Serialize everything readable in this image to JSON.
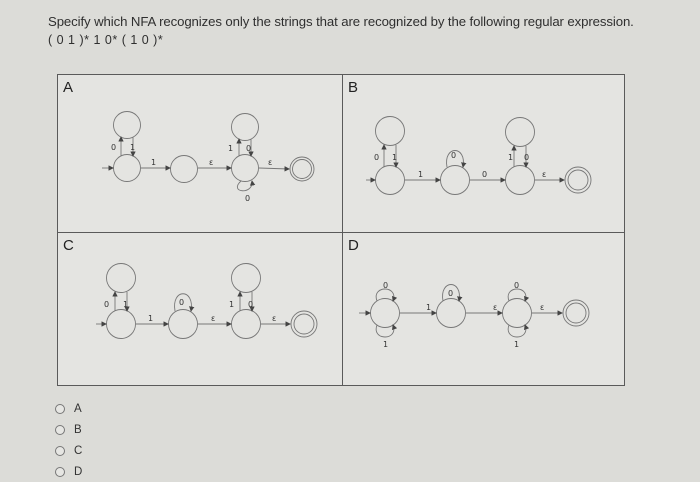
{
  "question": {
    "text": "Specify which NFA recognizes only the strings that are recognized by the following regular expression.",
    "regex": "( 0 1 )* 1 0* ( 1 0 )*"
  },
  "diagrams": [
    {
      "label": "A",
      "transitions": [
        {
          "from": "q0",
          "to": "q0a",
          "symbol": "0"
        },
        {
          "from": "q0a",
          "to": "q0",
          "symbol": "1"
        },
        {
          "from": "q0",
          "to": "q1",
          "symbol": "1"
        },
        {
          "from": "q1",
          "to": "q2",
          "symbol": "ε"
        },
        {
          "from": "q2",
          "to": "q2a",
          "symbol": "1"
        },
        {
          "from": "q2a",
          "to": "q2",
          "symbol": "0"
        },
        {
          "from": "q2",
          "to": "q2",
          "symbol": "0"
        },
        {
          "from": "q2",
          "to": "qf",
          "symbol": "ε"
        }
      ]
    },
    {
      "label": "B",
      "transitions": [
        {
          "from": "q0",
          "to": "q0a",
          "symbol": "0"
        },
        {
          "from": "q0a",
          "to": "q0",
          "symbol": "1"
        },
        {
          "from": "q0",
          "to": "q1",
          "symbol": "1"
        },
        {
          "from": "q1",
          "to": "q1",
          "symbol": "0"
        },
        {
          "from": "q1",
          "to": "q2",
          "symbol": "0"
        },
        {
          "from": "q2",
          "to": "q2a",
          "symbol": "1"
        },
        {
          "from": "q2a",
          "to": "q2",
          "symbol": "0"
        },
        {
          "from": "q2",
          "to": "qf",
          "symbol": "ε"
        }
      ]
    },
    {
      "label": "C",
      "transitions": [
        {
          "from": "q0",
          "to": "q0a",
          "symbol": "0"
        },
        {
          "from": "q0a",
          "to": "q0",
          "symbol": "1"
        },
        {
          "from": "q0",
          "to": "q1",
          "symbol": "1"
        },
        {
          "from": "q1",
          "to": "q1",
          "symbol": "0"
        },
        {
          "from": "q1",
          "to": "q2",
          "symbol": "ε"
        },
        {
          "from": "q2",
          "to": "q2a",
          "symbol": "1"
        },
        {
          "from": "q2a",
          "to": "q2",
          "symbol": "0"
        },
        {
          "from": "q2",
          "to": "qf",
          "symbol": "ε"
        }
      ]
    },
    {
      "label": "D",
      "transitions": [
        {
          "from": "q0",
          "to": "q0",
          "symbol": "0"
        },
        {
          "from": "q0",
          "to": "q0",
          "symbol": "1"
        },
        {
          "from": "q0",
          "to": "q1",
          "symbol": "1"
        },
        {
          "from": "q1",
          "to": "q1",
          "symbol": "0"
        },
        {
          "from": "q1",
          "to": "q2",
          "symbol": "ε"
        },
        {
          "from": "q2",
          "to": "q2",
          "symbol": "0"
        },
        {
          "from": "q2",
          "to": "q2",
          "symbol": "1"
        },
        {
          "from": "q2",
          "to": "qf",
          "symbol": "ε"
        }
      ]
    }
  ],
  "symbols": {
    "zero": "0",
    "one": "1",
    "eps": "ε"
  },
  "options": [
    {
      "label": "A"
    },
    {
      "label": "B"
    },
    {
      "label": "C"
    },
    {
      "label": "D"
    }
  ]
}
